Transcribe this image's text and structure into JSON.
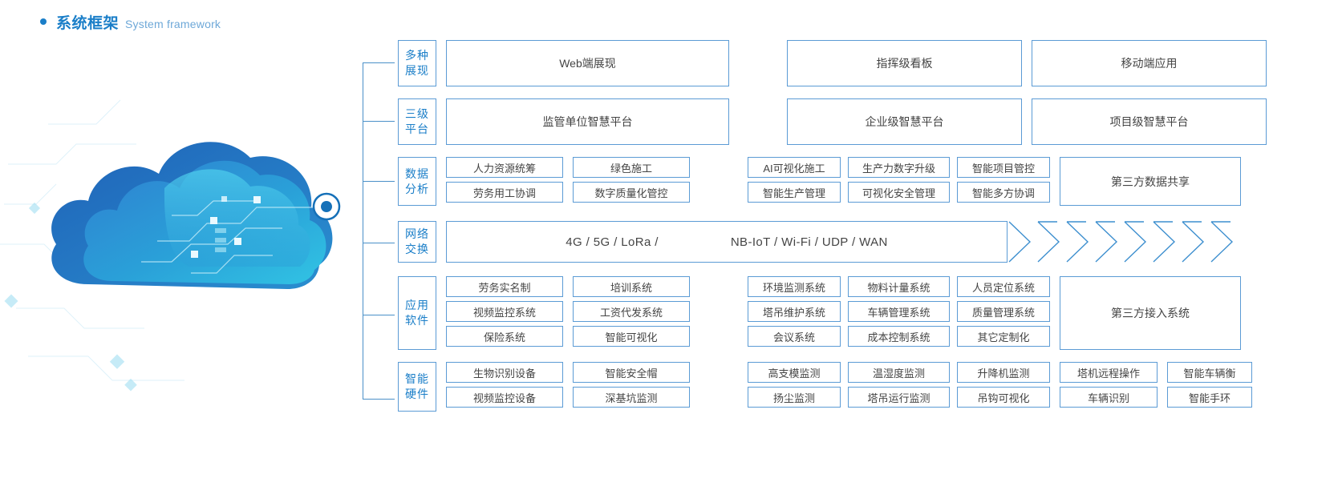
{
  "heading": {
    "cn": "系统框架",
    "en": "System framework",
    "bullet_color": "#1a7ec8"
  },
  "theme": {
    "line": "#5b9bd5",
    "label_text": "#1a7ec8",
    "cell_text": "#444444"
  },
  "illustration": {
    "name": "cloud-network-illustration",
    "caption": ""
  },
  "rows": [
    {
      "id": "presentation",
      "label_line1": "多种",
      "label_line2": "展现",
      "type": "big-three",
      "boxes": [
        "Web端展现",
        "指挥级看板",
        "移动端应用"
      ]
    },
    {
      "id": "platform",
      "label_line1": "三级",
      "label_line2": "平台",
      "type": "big-three",
      "boxes": [
        "监管单位智慧平台",
        "企业级智慧平台",
        "项目级智慧平台"
      ]
    },
    {
      "id": "data-analysis",
      "label_line1": "数据",
      "label_line2": "分析",
      "type": "grid-2row",
      "left_group": [
        [
          "人力资源统筹",
          "绿色施工"
        ],
        [
          "劳务用工协调",
          "数字质量化管控"
        ]
      ],
      "right_group": [
        [
          "AI可视化施工",
          "生产力数字升级",
          "智能项目管控"
        ],
        [
          "智能生产管理",
          "可视化安全管理",
          "智能多方协调"
        ]
      ],
      "tail_box": "第三方数据共享"
    },
    {
      "id": "network-exchange",
      "label_line1": "网络",
      "label_line2": "交换",
      "type": "network",
      "texts": [
        "4G / 5G / LoRa /",
        "NB-IoT / Wi-Fi / UDP / WAN"
      ],
      "chevron_count": 7
    },
    {
      "id": "application-software",
      "label_line1": "应用",
      "label_line2": "软件",
      "type": "grid-3row",
      "left_group": [
        [
          "劳务实名制",
          "培训系统"
        ],
        [
          "视频监控系统",
          "工资代发系统"
        ],
        [
          "保险系统",
          "智能可视化"
        ]
      ],
      "right_group": [
        [
          "环境监测系统",
          "物料计量系统",
          "人员定位系统"
        ],
        [
          "塔吊维护系统",
          "车辆管理系统",
          "质量管理系统"
        ],
        [
          "会议系统",
          "成本控制系统",
          "其它定制化"
        ]
      ],
      "tail_box": "第三方接入系统"
    },
    {
      "id": "smart-hardware",
      "label_line1": "智能",
      "label_line2": "硬件",
      "type": "grid-hw",
      "left_group": [
        [
          "生物识别设备",
          "智能安全帽"
        ],
        [
          "视频监控设备",
          "深基坑监测"
        ]
      ],
      "right_group": [
        [
          "高支模监测",
          "温湿度监测",
          "升降机监测",
          "塔机远程操作",
          "智能车辆衡"
        ],
        [
          "扬尘监测",
          "塔吊运行监测",
          "吊钩可视化",
          "车辆识别",
          "智能手环"
        ]
      ]
    }
  ]
}
